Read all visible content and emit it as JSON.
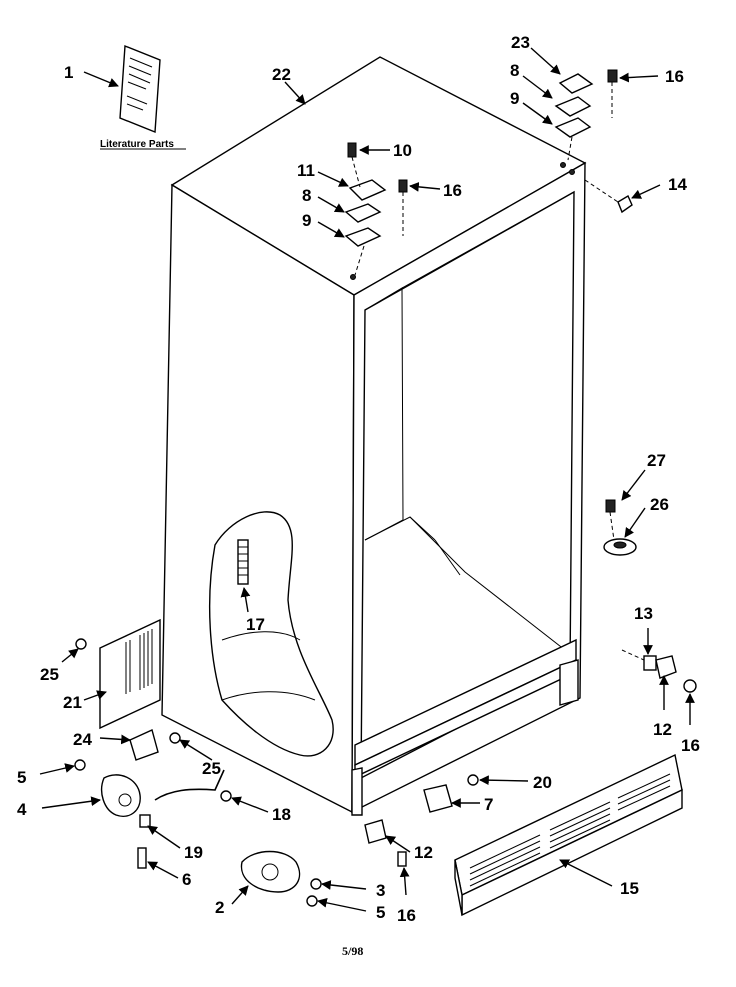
{
  "diagram": {
    "caption_literature": "Literature Parts",
    "footer_date": "5/98",
    "callouts": {
      "c1": "1",
      "c2": "2",
      "c3": "3",
      "c4": "4",
      "c5a": "5",
      "c5b": "5",
      "c6": "6",
      "c7": "7",
      "c8a": "8",
      "c8b": "8",
      "c9a": "9",
      "c9b": "9",
      "c10": "10",
      "c11": "11",
      "c12a": "12",
      "c12b": "12",
      "c13": "13",
      "c14": "14",
      "c15": "15",
      "c16a": "16",
      "c16b": "16",
      "c16c": "16",
      "c16d": "16",
      "c17": "17",
      "c18": "18",
      "c19": "19",
      "c20": "20",
      "c21": "21",
      "c22": "22",
      "c23": "23",
      "c24": "24",
      "c25a": "25",
      "c25b": "25",
      "c26": "26",
      "c27": "27"
    }
  }
}
